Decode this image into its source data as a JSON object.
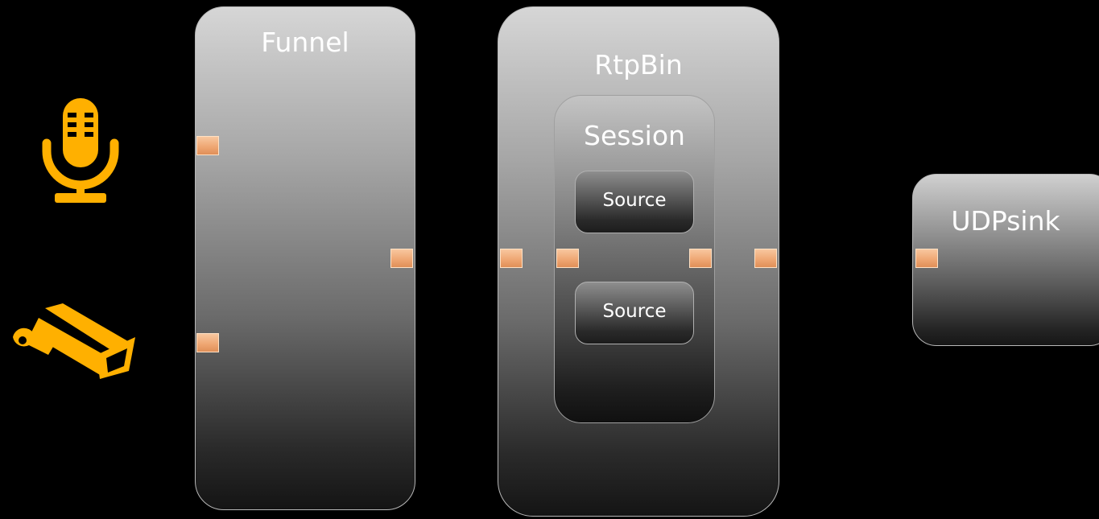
{
  "elements": {
    "funnel": {
      "title": "Funnel"
    },
    "rtpbin": {
      "title": "RtpBin"
    },
    "session": {
      "title": "Session"
    },
    "sources": [
      {
        "label": "Source"
      },
      {
        "label": "Source"
      }
    ],
    "udpsink": {
      "title": "UDPsink"
    }
  },
  "icons": {
    "microphone": "microphone-icon",
    "camera": "security-camera-icon"
  },
  "colors": {
    "background": "#000000",
    "icon": "#ffb000",
    "pad": "#eea571",
    "box_border": "#b8b8b8"
  }
}
